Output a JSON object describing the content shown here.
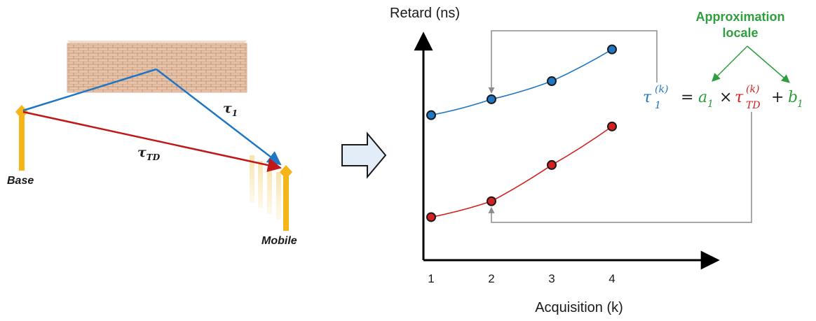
{
  "scene": {
    "base_label": "Base",
    "mobile_label": "Mobile",
    "tau1_label": {
      "main": "τ",
      "sub": "1"
    },
    "tautd_label": {
      "main": "τ",
      "sub": "TD"
    }
  },
  "chart_data": {
    "type": "line",
    "ylabel": "Retard (ns)",
    "xlabel": "Acquisition (k)",
    "x": [
      1,
      2,
      3,
      4
    ],
    "x_tick_labels": [
      "1",
      "2",
      "3",
      "4"
    ],
    "y_ticks_shown": false,
    "series": [
      {
        "id": "tau1",
        "color": "#1f77c4",
        "values": [
          0.64,
          0.71,
          0.79,
          0.93
        ]
      },
      {
        "id": "tautd",
        "color": "#d42020",
        "values": [
          0.19,
          0.26,
          0.42,
          0.59
        ]
      }
    ],
    "ylim": [
      0,
      1
    ]
  },
  "equation": {
    "title_line1": "Approximation",
    "title_line2": "locale",
    "lhs": {
      "main": "τ",
      "sub": "1",
      "sup": "(k)"
    },
    "equals": "=",
    "a": {
      "main": "a",
      "sub": "1"
    },
    "times": "×",
    "rhs_tau": {
      "main": "τ",
      "sub": "TD",
      "sup": "(k)"
    },
    "plus": "+",
    "b": {
      "main": "b",
      "sub": "1"
    },
    "colors": {
      "blue": "#1f77c4",
      "green": "#2e9e3e",
      "red": "#d42020"
    }
  },
  "colors": {
    "wall": "#e8c3a8",
    "antenna": "#f5b417",
    "arrow_fill": "#e3edf8",
    "arrow_stroke": "#1a1a1a",
    "connector": "#8c8c8c"
  }
}
